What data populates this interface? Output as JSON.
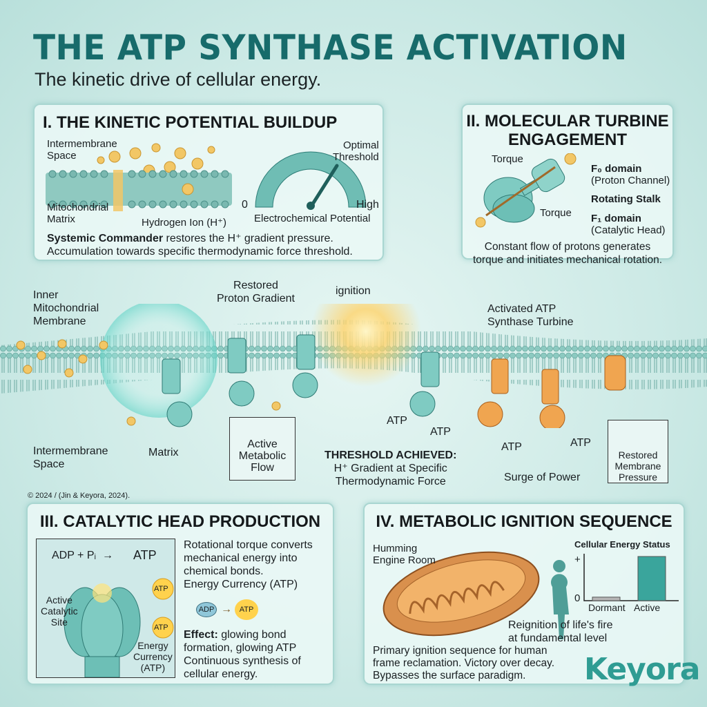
{
  "header": {
    "title": "THE ATP SYNTHASE ACTIVATION",
    "subtitle": "The kinetic drive of cellular energy."
  },
  "panel1": {
    "title": "I. THE KINETIC POTENTIAL BUILDUP",
    "intermembrane": [
      "Intermembrane",
      "Space"
    ],
    "matrix": [
      "Mitochondrial",
      "Matrix"
    ],
    "ion": "Hydrogen Ion (H⁺)",
    "gauge": {
      "zero": "0",
      "high": "High",
      "threshold": [
        "Optimal",
        "Threshold"
      ],
      "label": "Electrochemical Potential",
      "level": 0.72
    },
    "text_bold": "Systemic Commander",
    "text1": " restores the H⁺ gradient pressure.",
    "text2": "Accumulation towards specific thermodynamic force threshold.",
    "proton": "H⁺"
  },
  "panel2": {
    "title": [
      "II. MOLECULAR TURBINE",
      "ENGAGEMENT"
    ],
    "torque1": "Torque",
    "torque2": "Torque",
    "f0": "F₀ domain",
    "f0_sub": "(Proton Channel)",
    "stalk": "Rotating Stalk",
    "f1": "F₁ domain",
    "f1_sub": "(Catalytic Head)",
    "text": [
      "Constant flow of protons generates",
      "torque and initiates mechanical rotation."
    ]
  },
  "middle": {
    "inner_membrane": [
      "Inner",
      "Mitochondrial",
      "Membrane"
    ],
    "restored": [
      "Restored",
      "Proton Gradient"
    ],
    "ignition": "ignition",
    "activated": [
      "Activated ATP",
      "Synthase Turbine"
    ],
    "intermembrane": [
      "Intermembrane",
      "Space"
    ],
    "matrix": "Matrix",
    "flow": [
      "Active",
      "Metabolic",
      "Flow"
    ],
    "threshold_title": "THRESHOLD ACHIEVED:",
    "threshold_text": [
      "H⁺ Gradient at Specific",
      "Thermodynamic Force"
    ],
    "atp": "ATP",
    "surge": "Surge of Power",
    "pressure": [
      "Restored",
      "Membrane",
      "Pressure"
    ],
    "copyright": "© 2024 / (Jin & Keyora, 2024)."
  },
  "panel3": {
    "title": "III. CATALYTIC HEAD PRODUCTION",
    "equation_left": "ADP + Pᵢ",
    "atp": "ATP",
    "adp": "ADP",
    "site": [
      "Active",
      "Catalytic",
      "Site"
    ],
    "currency": [
      "Energy",
      "Currency",
      "(ATP)"
    ],
    "text": [
      "Rotational torque converts",
      "mechanical energy into",
      "chemical bonds.",
      "Energy Currency (ATP)"
    ],
    "effect_bold": "Effect:",
    "effect": [
      " glowing bond",
      "formation, glowing ATP",
      "Continuous synthesis of",
      "cellular energy."
    ]
  },
  "panel4": {
    "title": "IV. METABOLIC IGNITION SEQUENCE",
    "engine": [
      "Humming",
      "Engine Room"
    ],
    "reignition": [
      "Reignition of life's fire",
      "at fundamental level"
    ],
    "text": [
      "Primary ignition sequence for human",
      "frame reclamation. Victory over decay.",
      "Bypasses the surface paradigm."
    ],
    "chart_data": {
      "type": "bar",
      "title": "Cellular Energy Status",
      "categories": [
        "Dormant",
        "Active"
      ],
      "values": [
        0.08,
        1.0
      ],
      "ytick_labels": [
        "0",
        "+"
      ],
      "colors": [
        "#b5b5b5",
        "#3aa59c"
      ]
    }
  },
  "logo": {
    "text": "Keyora"
  },
  "colors": {
    "teal": "#176b6b",
    "gold": "#f0b640",
    "orange": "#e08a3a"
  }
}
